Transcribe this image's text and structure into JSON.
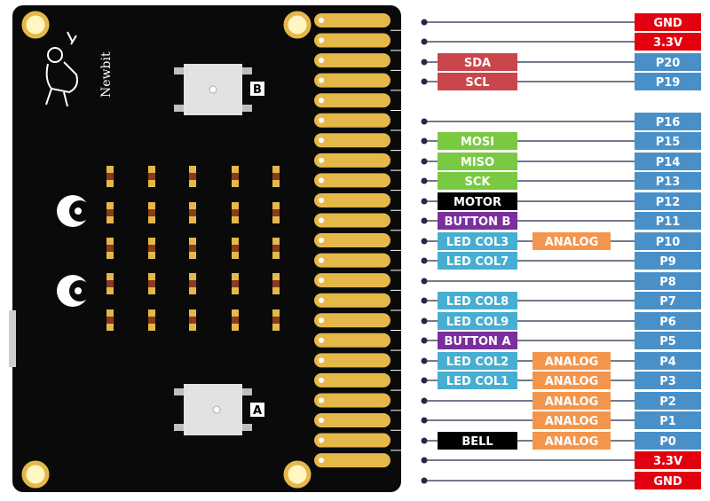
{
  "board": {
    "brand": "Newbit",
    "button_a_letter": "A",
    "button_b_letter": "B"
  },
  "colors": {
    "power": "#e3000f",
    "pin": "#4a90c8",
    "i2c": "#c9474c",
    "spi": "#7ac943",
    "motor": "#000000",
    "button": "#7a2f9c",
    "led": "#46aed0",
    "analog": "#f4954d",
    "bell": "#000000",
    "board": "#0a0a0a",
    "gold": "#e5b84a"
  },
  "pins": [
    {
      "pin": "GND",
      "pin_kind": "power",
      "labels": []
    },
    {
      "pin": "3.3V",
      "pin_kind": "power",
      "labels": []
    },
    {
      "pin": "P20",
      "pin_kind": "pin",
      "labels": [
        {
          "text": "SDA",
          "kind": "i2c"
        }
      ]
    },
    {
      "pin": "P19",
      "pin_kind": "pin",
      "labels": [
        {
          "text": "SCL",
          "kind": "i2c"
        }
      ]
    },
    {
      "pin": "P16",
      "pin_kind": "pin",
      "labels": []
    },
    {
      "pin": "P15",
      "pin_kind": "pin",
      "labels": [
        {
          "text": "MOSI",
          "kind": "spi"
        }
      ]
    },
    {
      "pin": "P14",
      "pin_kind": "pin",
      "labels": [
        {
          "text": "MISO",
          "kind": "spi"
        }
      ]
    },
    {
      "pin": "P13",
      "pin_kind": "pin",
      "labels": [
        {
          "text": "SCK",
          "kind": "spi"
        }
      ]
    },
    {
      "pin": "P12",
      "pin_kind": "pin",
      "labels": [
        {
          "text": "MOTOR",
          "kind": "motor"
        }
      ]
    },
    {
      "pin": "P11",
      "pin_kind": "pin",
      "labels": [
        {
          "text": "BUTTON B",
          "kind": "button"
        }
      ]
    },
    {
      "pin": "P10",
      "pin_kind": "pin",
      "labels": [
        {
          "text": "LED COL3",
          "kind": "led"
        },
        {
          "text": "ANALOG",
          "kind": "analog"
        }
      ]
    },
    {
      "pin": "P9",
      "pin_kind": "pin",
      "labels": [
        {
          "text": "LED COL7",
          "kind": "led"
        }
      ]
    },
    {
      "pin": "P8",
      "pin_kind": "pin",
      "labels": []
    },
    {
      "pin": "P7",
      "pin_kind": "pin",
      "labels": [
        {
          "text": "LED COL8",
          "kind": "led"
        }
      ]
    },
    {
      "pin": "P6",
      "pin_kind": "pin",
      "labels": [
        {
          "text": "LED COL9",
          "kind": "led"
        }
      ]
    },
    {
      "pin": "P5",
      "pin_kind": "pin",
      "labels": [
        {
          "text": "BUTTON A",
          "kind": "button"
        }
      ]
    },
    {
      "pin": "P4",
      "pin_kind": "pin",
      "labels": [
        {
          "text": "LED COL2",
          "kind": "led"
        },
        {
          "text": "ANALOG",
          "kind": "analog"
        }
      ]
    },
    {
      "pin": "P3",
      "pin_kind": "pin",
      "labels": [
        {
          "text": "LED COL1",
          "kind": "led"
        },
        {
          "text": "ANALOG",
          "kind": "analog"
        }
      ]
    },
    {
      "pin": "P2",
      "pin_kind": "pin",
      "labels": [
        {
          "text": "ANALOG",
          "kind": "analog"
        }
      ]
    },
    {
      "pin": "P1",
      "pin_kind": "pin",
      "labels": [
        {
          "text": "ANALOG",
          "kind": "analog"
        }
      ]
    },
    {
      "pin": "P0",
      "pin_kind": "pin",
      "labels": [
        {
          "text": "BELL",
          "kind": "bell"
        },
        {
          "text": "ANALOG",
          "kind": "analog"
        }
      ]
    },
    {
      "pin": "3.3V",
      "pin_kind": "power",
      "labels": []
    },
    {
      "pin": "GND",
      "pin_kind": "power",
      "labels": []
    }
  ]
}
